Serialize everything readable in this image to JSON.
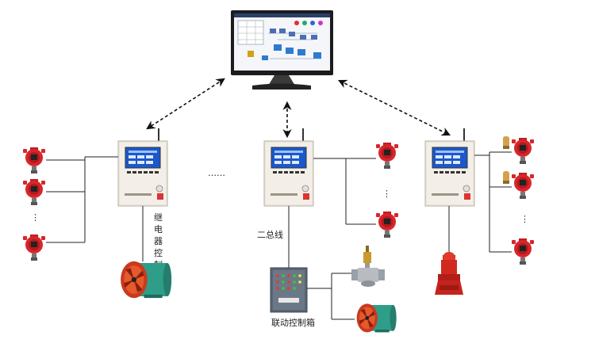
{
  "labels": {
    "relay_control": [
      "继",
      "电",
      "器",
      "控",
      "制"
    ],
    "two_bus": "二总线",
    "linkage_box": "联动控制箱",
    "ellipsis_h": "……",
    "ellipsis_v": "⋮"
  },
  "colors": {
    "detector_red": "#d7262b",
    "panel_beige": "#ece6dc",
    "screen_blue": "#1b58c9",
    "wire": "#222222"
  }
}
